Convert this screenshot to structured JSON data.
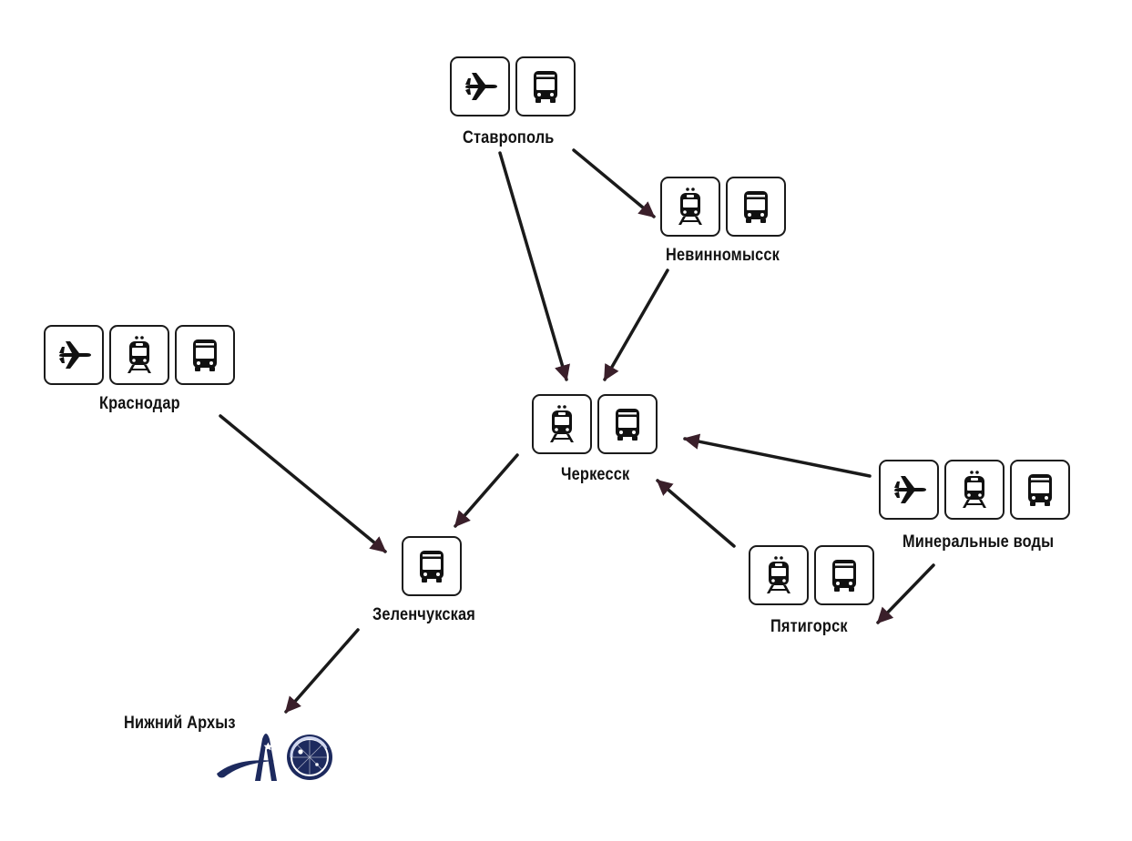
{
  "cities": {
    "stavropol": "Ставрополь",
    "nevinnomyssk": "Невинномысск",
    "krasnodar": "Краснодар",
    "cherkessk": "Черкесск",
    "mineralnye_vody": "Минеральные воды",
    "pyatigorsk": "Пятигорск",
    "zelenchukskaya": "Зеленчукская",
    "nizhny_arkhyz": "Нижний Архыз"
  },
  "transport": {
    "stavropol": [
      "plane",
      "bus"
    ],
    "nevinnomyssk": [
      "train",
      "bus"
    ],
    "krasnodar": [
      "plane",
      "train",
      "bus"
    ],
    "cherkessk": [
      "train",
      "bus"
    ],
    "mineralnye_vody": [
      "plane",
      "train",
      "bus"
    ],
    "pyatigorsk": [
      "train",
      "bus"
    ],
    "zelenchukskaya": [
      "bus"
    ]
  },
  "routes": [
    {
      "from": "stavropol",
      "to": "nevinnomyssk"
    },
    {
      "from": "stavropol",
      "to": "cherkessk"
    },
    {
      "from": "nevinnomyssk",
      "to": "cherkessk"
    },
    {
      "from": "krasnodar",
      "to": "zelenchukskaya"
    },
    {
      "from": "cherkessk",
      "to": "zelenchukskaya"
    },
    {
      "from": "mineralnye_vody",
      "to": "cherkessk"
    },
    {
      "from": "pyatigorsk",
      "to": "cherkessk"
    },
    {
      "from": "mineralnye_vody",
      "to": "pyatigorsk"
    },
    {
      "from": "zelenchukskaya",
      "to": "nizhny_arkhyz"
    }
  ],
  "colors": {
    "stroke": "#1a1a1a",
    "arrowhead": "#3a1f2a",
    "logo_blue": "#1d2a5e"
  }
}
